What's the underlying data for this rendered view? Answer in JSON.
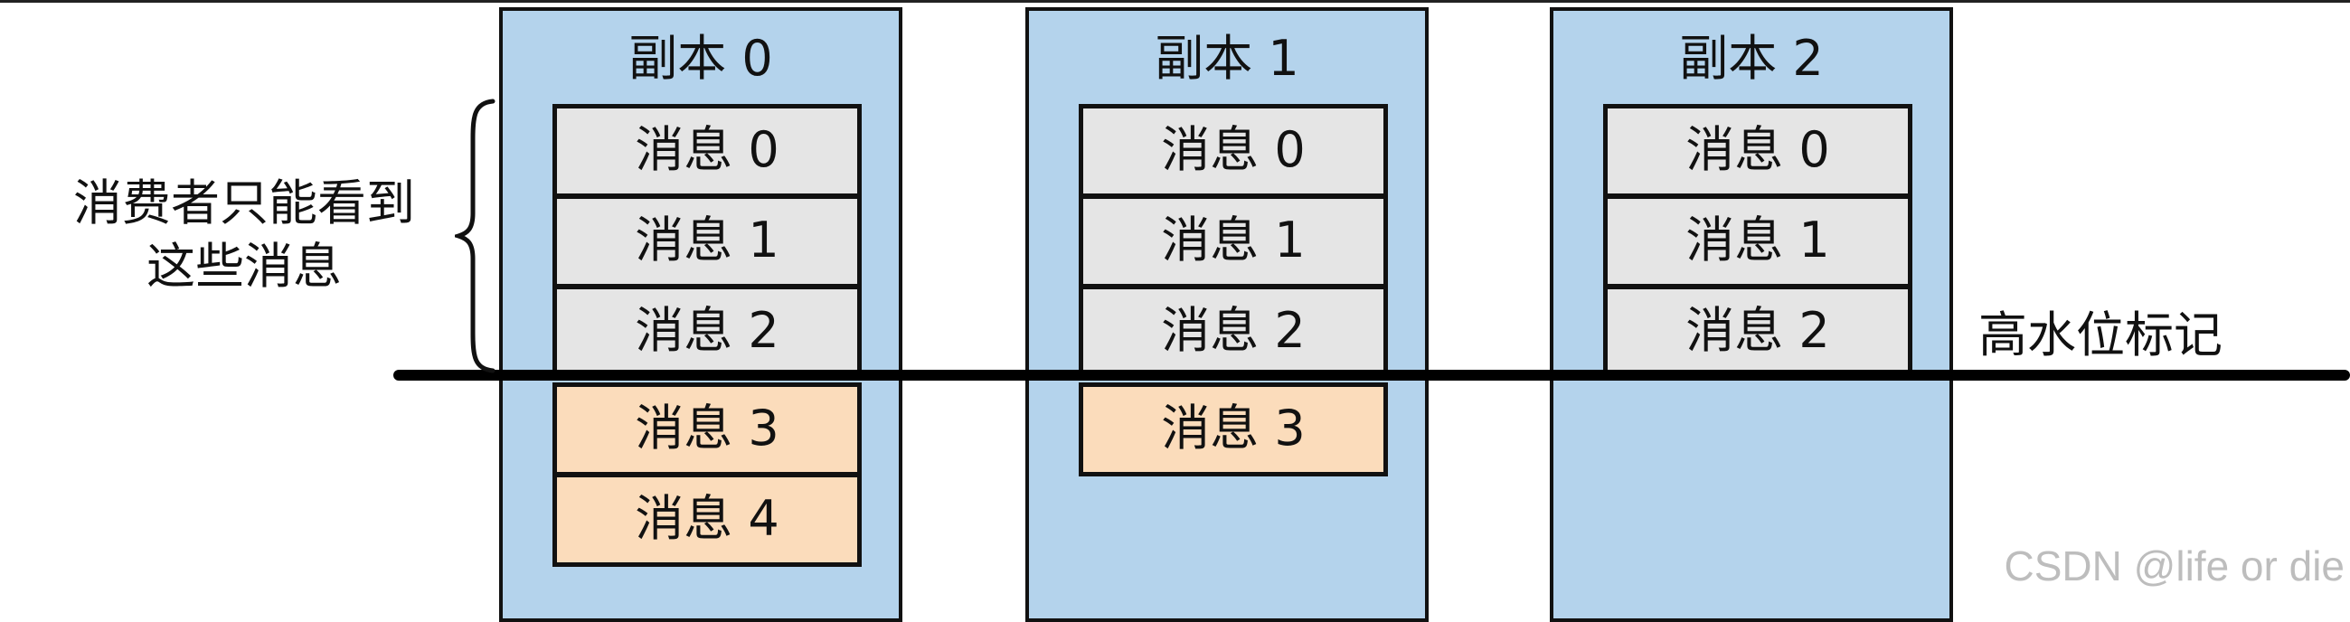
{
  "replicas": [
    {
      "title": "副本 0",
      "messages": [
        {
          "label": "消息 0",
          "state": "committed"
        },
        {
          "label": "消息 1",
          "state": "committed"
        },
        {
          "label": "消息 2",
          "state": "committed"
        },
        {
          "label": "消息 3",
          "state": "uncommitted"
        },
        {
          "label": "消息 4",
          "state": "uncommitted"
        }
      ]
    },
    {
      "title": "副本 1",
      "messages": [
        {
          "label": "消息 0",
          "state": "committed"
        },
        {
          "label": "消息 1",
          "state": "committed"
        },
        {
          "label": "消息 2",
          "state": "committed"
        },
        {
          "label": "消息 3",
          "state": "uncommitted"
        }
      ]
    },
    {
      "title": "副本 2",
      "messages": [
        {
          "label": "消息 0",
          "state": "committed"
        },
        {
          "label": "消息 1",
          "state": "committed"
        },
        {
          "label": "消息 2",
          "state": "committed"
        }
      ]
    }
  ],
  "high_watermark_label": "高水位标记",
  "consumer_visible_label": {
    "line1": "消费者只能看到",
    "line2": "这些消息"
  },
  "watermark_text": "CSDN @life or die",
  "colors": {
    "replica_fill": "#b4d3ec",
    "committed_fill": "#e5e5e5",
    "uncommitted_fill": "#fbdcbb",
    "outline": "#111111"
  }
}
